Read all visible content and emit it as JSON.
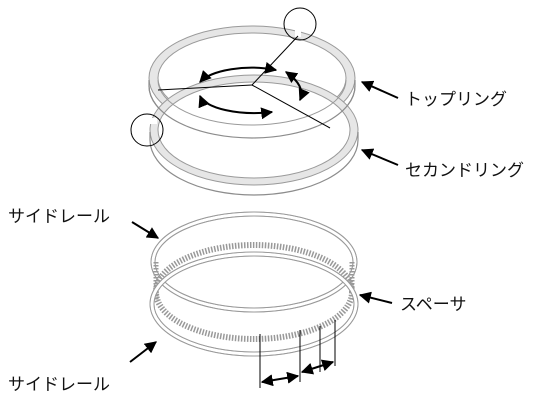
{
  "labels": {
    "top_ring": "トップリング",
    "second_ring": "セカンドリング",
    "side_rail_top": "サイドレール",
    "spacer": "スペーサ",
    "side_rail_bottom": "サイドレール"
  },
  "colors": {
    "ring_fill": "#e6e6e6",
    "ring_edge": "#9a9a9a",
    "spring": "#999999",
    "arrow": "#000000",
    "text": "#111111"
  }
}
